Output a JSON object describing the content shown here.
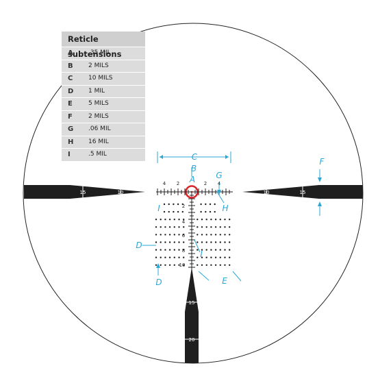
{
  "legend": {
    "title": "Reticle subtensions",
    "rows": [
      {
        "key": "A",
        "value": ".35 MIL"
      },
      {
        "key": "B",
        "value": "2 MILS"
      },
      {
        "key": "C",
        "value": "10 MILS"
      },
      {
        "key": "D",
        "value": "1 MIL"
      },
      {
        "key": "E",
        "value": "5 MILS"
      },
      {
        "key": "F",
        "value": "2 MILS"
      },
      {
        "key": "G",
        "value": ".06 MIL"
      },
      {
        "key": "H",
        "value": "16 MIL"
      },
      {
        "key": "I",
        "value": ".5 MIL"
      }
    ]
  },
  "reticle": {
    "tick_labels_left": [
      "4",
      "2"
    ],
    "tick_labels_right": [
      "2",
      "4"
    ],
    "tick_labels_down": [
      "2",
      "4",
      "6",
      "8",
      "10"
    ],
    "post_labels_left": [
      "15",
      "10"
    ],
    "post_labels_right": [
      "10",
      "15"
    ],
    "post_labels_bottom": [
      "15",
      "20"
    ]
  },
  "callouts": {
    "A": "A",
    "B": "B",
    "C": "C",
    "D_upper": "D",
    "D_lower": "D",
    "E": "E",
    "F": "F",
    "G": "G",
    "H": "H",
    "I_upper": "I",
    "I_lower": "I"
  },
  "colors": {
    "reticle": "#1f1f1f",
    "callout": "#2aa7d6",
    "center_dot": "#d9252b",
    "legend_bg": "#d4d4d4"
  }
}
